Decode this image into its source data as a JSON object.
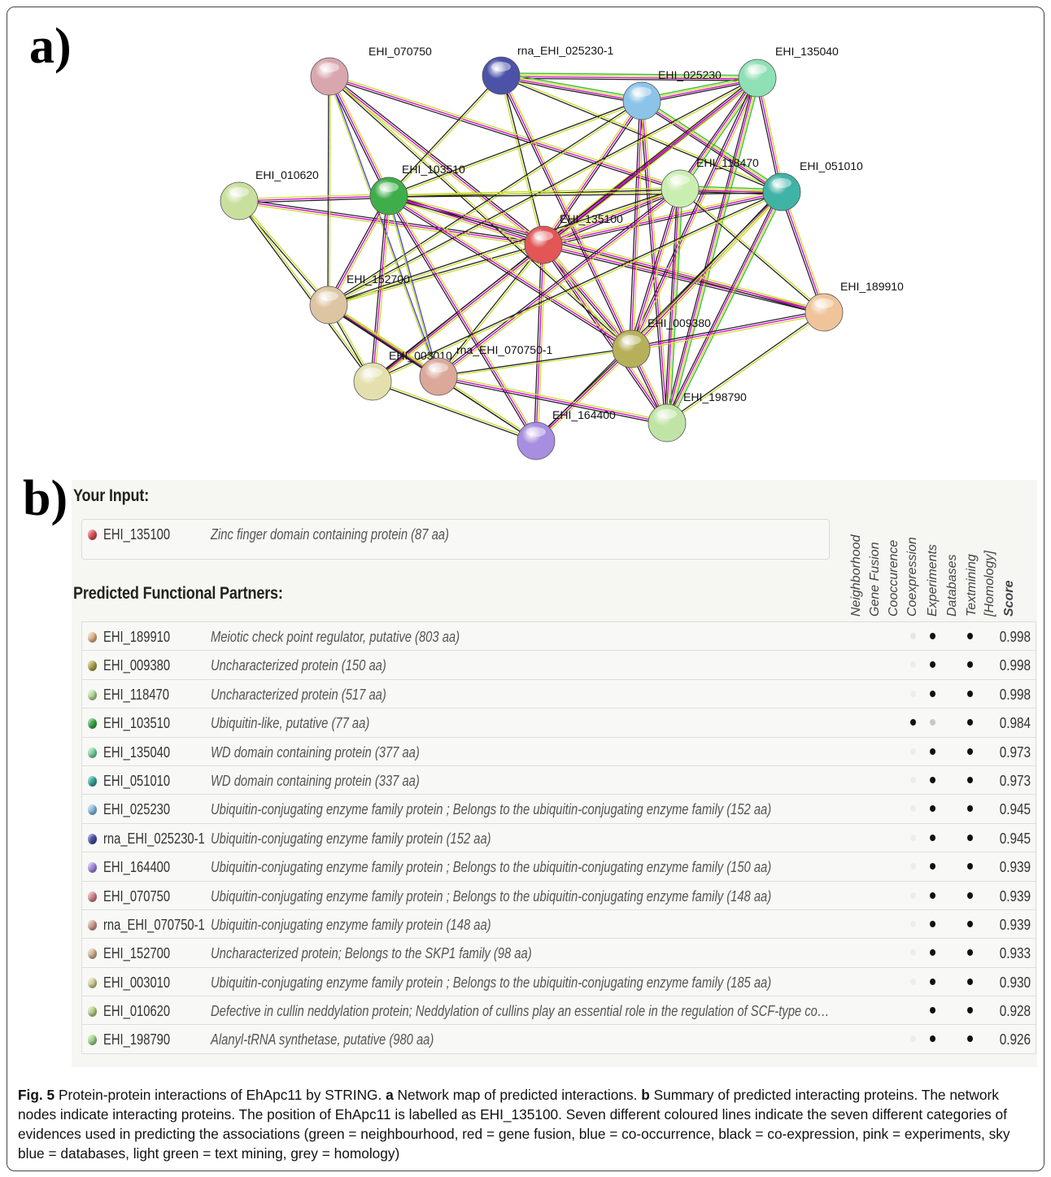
{
  "panel_a_label": "a)",
  "panel_b_label": "b)",
  "network": {
    "edge_colors": {
      "neighbourhood": "#2dbb2d",
      "experiments": "#d100d1",
      "coexpression": "#222222",
      "textmining": "#c8dc2a",
      "cooccurrence": "#4040e0"
    },
    "nodes": [
      {
        "id": "EHI_070750",
        "label": "EHI_070750",
        "color": "#d9a6ad"
      },
      {
        "id": "rna_EHI_025230-1",
        "label": "rna_EHI_025230-1",
        "color": "#4b52a8"
      },
      {
        "id": "EHI_025230",
        "label": "EHI_025230",
        "color": "#8cc3e8"
      },
      {
        "id": "EHI_135040",
        "label": "EHI_135040",
        "color": "#8fe0b4"
      },
      {
        "id": "EHI_010620",
        "label": "EHI_010620",
        "color": "#c9df9d"
      },
      {
        "id": "EHI_103510",
        "label": "EHI_103510",
        "color": "#3fae4a"
      },
      {
        "id": "EHI_118470",
        "label": "EHI_118470",
        "color": "#c9efb0"
      },
      {
        "id": "EHI_051010",
        "label": "EHI_051010",
        "color": "#3fb3a6"
      },
      {
        "id": "EHI_135100",
        "label": "EHI_135100",
        "color": "#e25656"
      },
      {
        "id": "EHI_152700",
        "label": "EHI_152700",
        "color": "#ddc4a2"
      },
      {
        "id": "EHI_189910",
        "label": "EHI_189910",
        "color": "#efc49b"
      },
      {
        "id": "EHI_009380",
        "label": "EHI_009380",
        "color": "#b7b05a"
      },
      {
        "id": "EHI_003010",
        "label": "EHI_003010",
        "color": "#e3e0ad"
      },
      {
        "id": "rna_EHI_070750-1",
        "label": "rna_EHI_070750-1",
        "color": "#dba899"
      },
      {
        "id": "EHI_198790",
        "label": "EHI_198790",
        "color": "#bfe4a5"
      },
      {
        "id": "EHI_164400",
        "label": "EHI_164400",
        "color": "#a78ee0"
      }
    ]
  },
  "table": {
    "input_title": "Your Input:",
    "input": {
      "name": "EHI_135100",
      "desc": "Zinc finger domain containing protein (87 aa)",
      "color": "#e25656"
    },
    "partners_title": "Predicted Functional Partners:",
    "columns": [
      "Neighborhood",
      "Gene Fusion",
      "Cooccurence",
      "Coexpression",
      "Experiments",
      "Databases",
      "Textmining",
      "[Homology]",
      "Score"
    ],
    "rows": [
      {
        "name": "EHI_189910",
        "desc": "Meiotic check point regulator, putative (803 aa)",
        "score": "0.998",
        "color": "#e8b88e",
        "coexp": "faint"
      },
      {
        "name": "EHI_009380",
        "desc": "Uncharacterized protein (150 aa)",
        "score": "0.998",
        "color": "#b0a94f",
        "coexp": "ghost"
      },
      {
        "name": "EHI_118470",
        "desc": "Uncharacterized protein (517 aa)",
        "score": "0.998",
        "color": "#b8e29a",
        "coexp": "ghost"
      },
      {
        "name": "EHI_103510",
        "desc": "Ubiquitin-like, putative (77 aa)",
        "score": "0.984",
        "color": "#3fae4a",
        "coexp": "dark",
        "exp": "grey"
      },
      {
        "name": "EHI_135040",
        "desc": "WD domain containing protein (377 aa)",
        "score": "0.973",
        "color": "#7fd9a8",
        "coexp": "ghost"
      },
      {
        "name": "EHI_051010",
        "desc": "WD domain containing protein (337 aa)",
        "score": "0.973",
        "color": "#3aaaa0",
        "coexp": "ghost"
      },
      {
        "name": "EHI_025230",
        "desc": "Ubiquitin-conjugating enzyme family protein ; Belongs to the ubiquitin-conjugating enzyme family (152 aa)",
        "score": "0.945",
        "color": "#8cc3e8",
        "coexp": "ghost"
      },
      {
        "name": "rna_EHI_025230-1",
        "desc": "Ubiquitin-conjugating enzyme family protein (152 aa)",
        "score": "0.945",
        "color": "#4b52a8",
        "coexp": "ghost"
      },
      {
        "name": "EHI_164400",
        "desc": "Ubiquitin-conjugating enzyme family protein ; Belongs to the ubiquitin-conjugating enzyme family (150 aa)",
        "score": "0.939",
        "color": "#a78ee0",
        "coexp": "ghost"
      },
      {
        "name": "EHI_070750",
        "desc": "Ubiquitin-conjugating enzyme family protein ; Belongs to the ubiquitin-conjugating enzyme family (148 aa)",
        "score": "0.939",
        "color": "#d98a92",
        "coexp": "ghost"
      },
      {
        "name": "rna_EHI_070750-1",
        "desc": "Ubiquitin-conjugating enzyme family protein (148 aa)",
        "score": "0.939",
        "color": "#d4a195",
        "coexp": "ghost"
      },
      {
        "name": "EHI_152700",
        "desc": "Uncharacterized protein; Belongs to the SKP1 family (98 aa)",
        "score": "0.933",
        "color": "#d9b896",
        "coexp": "ghost"
      },
      {
        "name": "EHI_003010",
        "desc": "Ubiquitin-conjugating enzyme family protein ; Belongs to the ubiquitin-conjugating enzyme family (185 aa)",
        "score": "0.930",
        "color": "#d9d49a",
        "coexp": "ghost"
      },
      {
        "name": "EHI_010620",
        "desc": "Defective in cullin neddylation protein; Neddylation of cullins play an essential role in the regulation of SCF-type co…",
        "score": "0.928",
        "color": "#bcd88c",
        "coexp": "none"
      },
      {
        "name": "EHI_198790",
        "desc": "Alanyl-tRNA synthetase, putative (980 aa)",
        "score": "0.926",
        "color": "#a9d88e",
        "coexp": "ghost"
      }
    ]
  },
  "caption": {
    "fig": "Fig. 5",
    "title": "Protein-protein interactions of EhApc11 by STRING.",
    "a": "a",
    "a_text": "Network map of predicted interactions.",
    "b": "b",
    "b_text": "Summary of predicted interacting proteins. The network nodes indicate interacting proteins. The position of EhApc11 is labelled as EHI_135100. Seven different coloured lines indicate the seven different categories of evidences used in predicting the associations (green = neighbourhood, red = gene fusion, blue = co-occurrence, black = co-expression, pink = experiments, sky blue = databases, light green = text mining, grey = homology)"
  }
}
